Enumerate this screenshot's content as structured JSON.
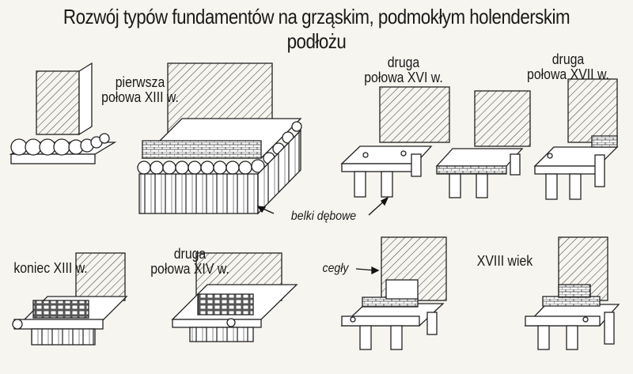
{
  "title": "Rozwój typów fundamentów na grząskim, podmokłym holenderskim podłożu",
  "labels": {
    "xiii_first_a": "pierwsza",
    "xiii_first_b": "połowa XIII w.",
    "xiii_end": "koniec XIII w.",
    "xiv_second_a": "druga",
    "xiv_second_b": "połowa XIV w.",
    "xvi_second_a": "druga",
    "xvi_second_b": "połowa XVI w.",
    "xvii_second_a": "druga",
    "xvii_second_b": "połowa XVII w.",
    "xviii": "XVIII wiek",
    "oak_beams": "belki dębowe",
    "bricks": "cegły"
  }
}
